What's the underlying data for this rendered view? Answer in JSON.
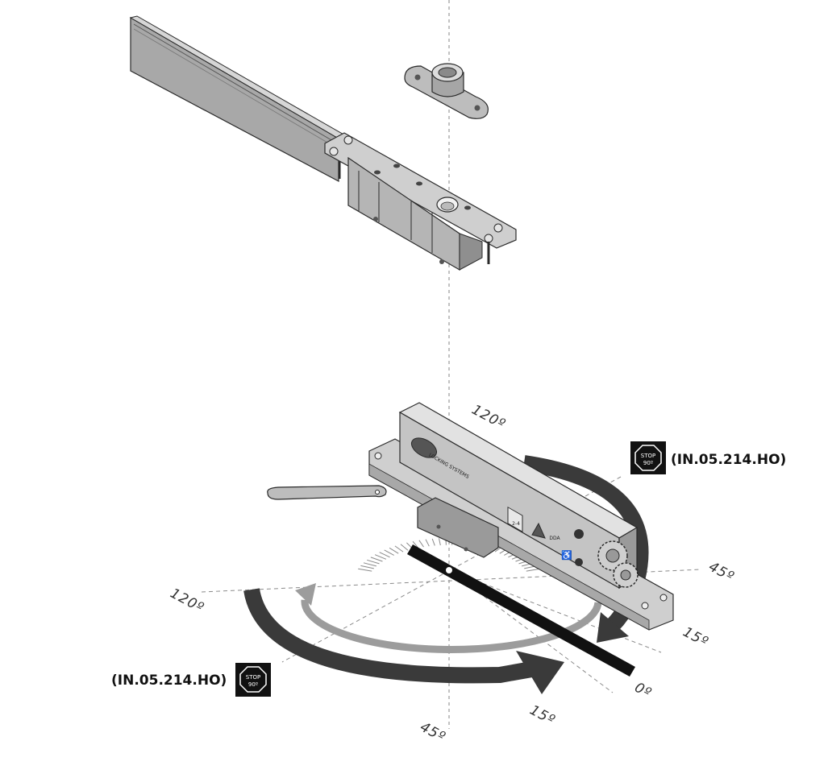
{
  "labels": {
    "callout_upper": "(IN.05.214.HO)",
    "callout_lower": "(IN.05.214.HO)",
    "badge_word": "STOP",
    "badge_angle": "90º"
  },
  "angles": {
    "upper_120": "120º",
    "right_45": "45º",
    "right_15": "15º",
    "right_0": "0º",
    "left_120": "120º",
    "bottom_15": "15º",
    "bottom_45": "45º"
  },
  "closer_panel": {
    "brand": "LOCKING SYSTEMS",
    "size": "2-4",
    "dda": "DDA"
  },
  "colors": {
    "body": "#cfcfcf",
    "body_top": "#e2e2e2",
    "body_dark": "#9a9a9a",
    "arrow_dark": "#3a3a3a",
    "arrow_light": "#9c9c9c",
    "outline": "#2a2a2a",
    "badge": "#111111"
  }
}
